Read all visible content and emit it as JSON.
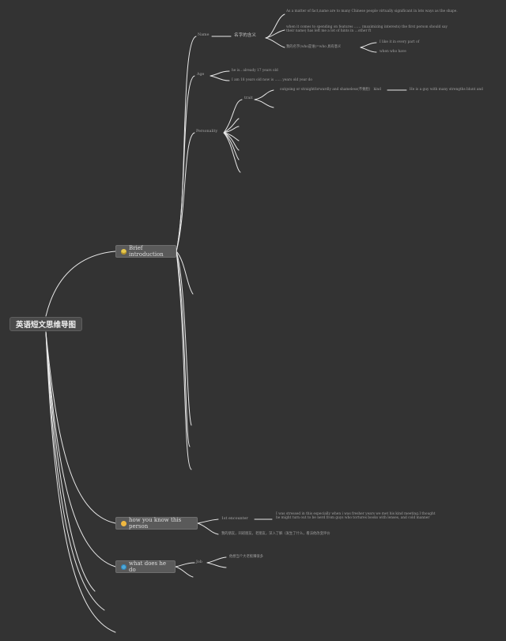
{
  "root": {
    "label": "英语短文思维导图"
  },
  "branches": {
    "brief": {
      "label": "Brief introduction",
      "icon": "lightbulb-icon"
    },
    "how": {
      "label": "how you know this person",
      "icon": "face-icon"
    },
    "what": {
      "label": "what does he do",
      "icon": "globe-icon"
    }
  },
  "brief": {
    "name": {
      "label": "Name",
      "sub": "名字的含义",
      "items": [
        "As a matter of fact,name are to many Chinese people virtually significant in lots ways as the shape.",
        "when it comes to spending on features …… (maximizing interests)  the first person should say their name) has left me a lot of hints in …other ft",
        "我的名字(who是谁)=who 具有意义"
      ],
      "sub2": [
        "I like it in every part of",
        "when who have"
      ]
    },
    "age": {
      "label": "Age",
      "items": [
        "he is.. already 17 years old",
        "I am 18 years old now is …… years old year do"
      ]
    },
    "personality": {
      "label": "Personality",
      "trait_label": "trait",
      "trait_items": [
        "outgoing or straightforwardly and shameless(不要脸）  kind"
      ],
      "trait_right": "He is a guy with many strengths blunt and"
    }
  },
  "how": {
    "first_label": "1st encounter",
    "first_text": "I was stressed in this especially when i was fresher years we met his kind meeting.I thought he might turn out to be nerd from guys who tortures books with lenses, and cold manner",
    "second": "我的朋友，同班朋友，老朋友，深入了解（发生了什么，看法他改变评价"
  },
  "what": {
    "job_label": "Job",
    "job_text": "他想当个大老板赚很多"
  }
}
